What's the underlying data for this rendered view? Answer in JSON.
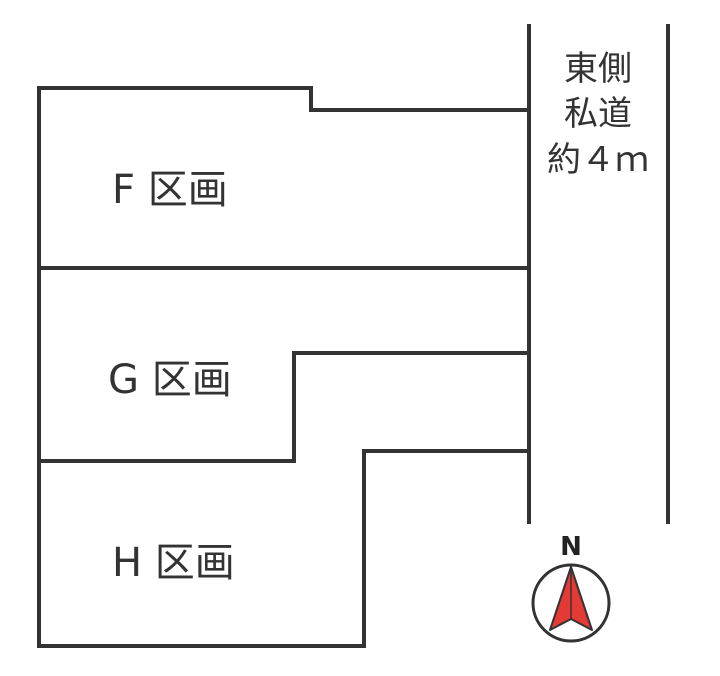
{
  "lots": [
    {
      "id": "F",
      "label": "F 区画"
    },
    {
      "id": "G",
      "label": "G 区画"
    },
    {
      "id": "H",
      "label": "H 区画"
    }
  ],
  "road": {
    "label_lines": [
      "東側",
      "私道",
      "約４ｍ"
    ]
  },
  "compass": {
    "letter": "N",
    "arrow_color": "#e53935",
    "ring_color": "#333333"
  },
  "colors": {
    "line": "#333333",
    "background": "#ffffff"
  }
}
